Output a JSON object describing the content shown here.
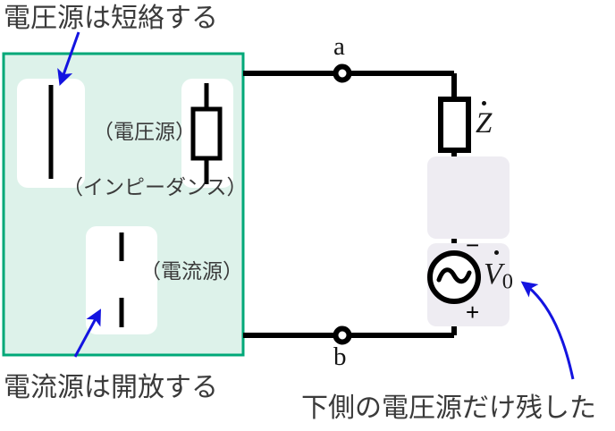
{
  "diagram": {
    "title_note_top": "電圧源は短絡する",
    "title_note_bottom_left": "電流源は開放する",
    "note_bottom_right": "下側の電圧源だけ残した",
    "colors": {
      "box_fill": "#ddf2ea",
      "box_border": "#00a878",
      "white_patch": "#ffffff",
      "gray_patch": "#eeecf2",
      "wire": "#000000",
      "arrow": "#1414e0",
      "text": "#3a3a3a"
    },
    "killed_sources_box": {
      "labels": {
        "voltage_source": "（電圧源）",
        "impedance": "（インピーダンス）",
        "current_source": "（電流源）"
      },
      "symbols": [
        {
          "name": "shorted-voltage-source",
          "kind": "short-wire"
        },
        {
          "name": "impedance-element",
          "kind": "resistor-box"
        },
        {
          "name": "opened-current-source",
          "kind": "open-circuit"
        }
      ]
    },
    "circuit": {
      "terminals": [
        {
          "name": "a",
          "label": "a"
        },
        {
          "name": "b",
          "label": "b"
        }
      ],
      "impedance_label": "Z",
      "source_label": "V",
      "source_subscript": "0",
      "polarity_top": "−",
      "polarity_bottom": "+",
      "source_symbol": "ac-sine-source"
    }
  }
}
